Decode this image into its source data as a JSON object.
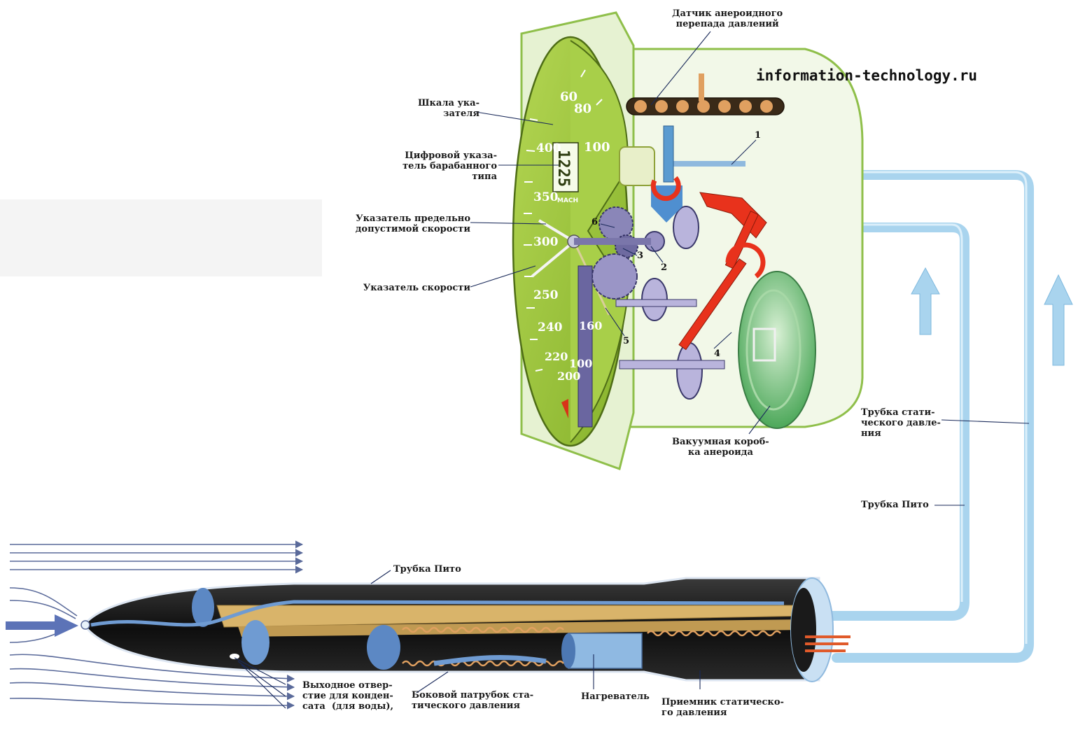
{
  "watermark": "information-technology.ru",
  "labels": {
    "aneroid_sensor": "Датчик анероидного\nперепада давлений",
    "dial_scale": "Шкала ука-\nзателя",
    "drum_counter": "Цифровой указа-\nтель барабанного\nтипа",
    "max_speed_pointer": "Указатель предельно\nдопустимой скорости",
    "speed_pointer": "Указатель скорости",
    "vacuum_box": "Вакуумная короб-\nка анероида",
    "static_tube": "Трубка стати-\nческого давле-\nния",
    "pitot_tube_right": "Трубка Пито",
    "pitot_tube_bottom": "Трубка Пито",
    "drain_hole": "Выходное отвер-\nстие для конден-\nсата  (для воды),",
    "side_static_port": "Боковой патрубок ста-\nтического давления",
    "heater": "Нагреватель",
    "static_receiver": "Приемник статическо-\nго давления"
  },
  "part_numbers": [
    "1",
    "2",
    "3",
    "4",
    "5",
    "6"
  ],
  "dial": {
    "scale_numbers": [
      "60",
      "80",
      "100",
      "400",
      "350",
      "300",
      "250",
      "240",
      "220",
      "200",
      "100",
      "160"
    ],
    "drum_value": "1225",
    "mach_text": "MACH"
  },
  "colors": {
    "dial_green": "#9cc33a",
    "body_green": "#e6f2d2",
    "tube_blue": "#a9d4ee",
    "mechanism_red": "#e8321c",
    "tube_black": "#141414",
    "gold": "#d9b46a",
    "aneroid_green": "#7ec481"
  }
}
